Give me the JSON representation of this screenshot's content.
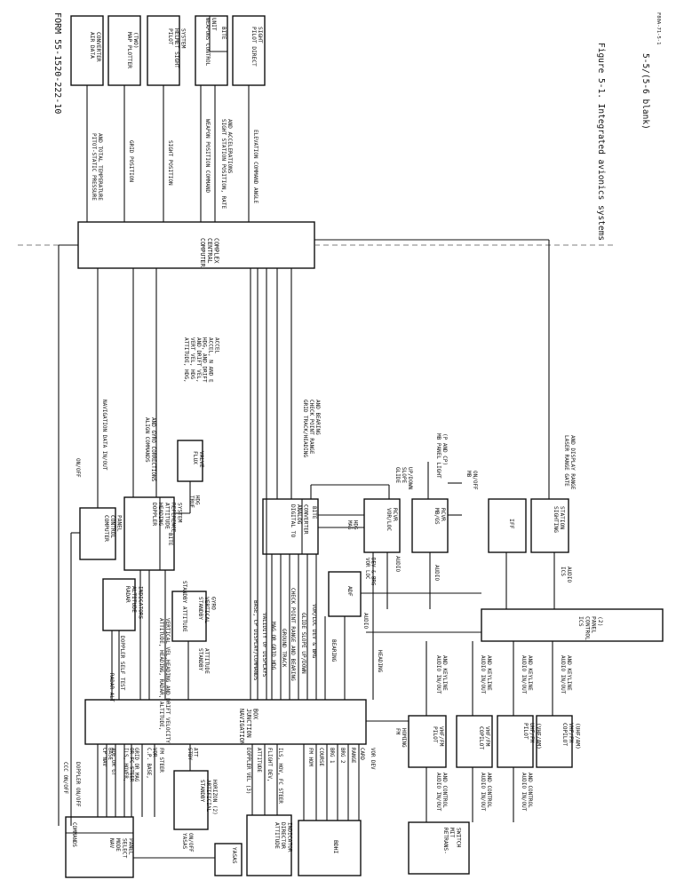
{
  "header": {
    "form_number": "FORM 55-1520-222-10",
    "figure_code": "F80A-71-5-1",
    "figure_title": "Figure 5-1.  Integrated avionics systems",
    "page_number": "5-5/(5-6 blank)"
  },
  "blocks": {
    "air_data_converter": [
      "AIR DATA",
      "CONVERTER"
    ],
    "map_plotter": [
      "MAP PLOTTER",
      "(TWO)"
    ],
    "pilot_helmet_sight": [
      "PILOT",
      "HELMET SIGHT",
      "SYSTEM"
    ],
    "weapons_control": [
      "WEAPONS CONTROL",
      "UNIT"
    ],
    "pilot_direct_sight": [
      "PILOT DIRECT",
      "SIGHT"
    ],
    "computer_central_complex": [
      "COMPUTER",
      "CENTRAL",
      "COMPLEX"
    ],
    "computer_control_panel": [
      "COMPUTER",
      "CONTROL",
      "PANEL"
    ],
    "doppler_heading": [
      "DOPPLER",
      "HEADING",
      "ATTITUDE",
      "REFERENCE",
      "SYSTEM"
    ],
    "flux_valve": [
      "FLUX",
      "VALVE"
    ],
    "digital_to_analog": [
      "DIGITAL TO",
      "ANALOG",
      "CONVERTER"
    ],
    "vorloc_rcvr": [
      "VOR/LOC",
      "RCVR"
    ],
    "mbrgs_rcvr": [
      "MB/GS",
      "RCVR"
    ],
    "iff": [
      "IFF"
    ],
    "sighting_station": [
      "SIGHTING",
      "STATION"
    ],
    "radar_altitude": [
      "RADAR",
      "ALTITUDE",
      "INDICATORS"
    ],
    "standby_vertical_gyro": [
      "STANDBY",
      "VERTICAL",
      "GYRO"
    ],
    "adf": [
      "ADF"
    ],
    "ics_control_panel": [
      "ICS",
      "CONTROL",
      "PANEL",
      "(2)"
    ],
    "navigation_junction_box": [
      "NAVIGATION",
      "JUNCTION",
      "BOX"
    ],
    "pilot_vhf": [
      "PILOT",
      "VHF/FM"
    ],
    "copilot_vhf": [
      "COPILOT",
      "VHF/FM"
    ],
    "pilot_uhf": [
      "PILOT",
      "UHF/FM",
      "(VHF/AM)"
    ],
    "copilot_uhf": [
      "COPILOT",
      "VHF/FM",
      "(UHF/AM)"
    ],
    "nav_mode_select": [
      "NAV",
      "MODE",
      "SELECT",
      "PANEL"
    ],
    "yasas": [
      "YASAS"
    ],
    "standby_artificial_horizon": [
      "STANDBY",
      "ARTIFICIAL",
      "HORIZON (2)"
    ],
    "attitude_director": [
      "ATTITUDE",
      "DIRECTOR",
      "INDICATOR"
    ],
    "bdhi": [
      "BDHI"
    ],
    "retransmit_switch": [
      "RETRANS-",
      "MIT",
      "SWITCH"
    ],
    "bite": "BITE",
    "commands": "COMMANDS"
  },
  "labels": {
    "pitot_static": [
      "PITOT-STATIC PRESSURE",
      "AND TOTAL TEMPERATURE"
    ],
    "grid_position": "GRID POSITION",
    "sight_position": "SIGHT POSITION",
    "weapon_position_command": "WEAPON POSITION COMMAND",
    "sight_station_position": [
      "SIGHT STATION POSITION, RATE",
      "AND ACCELERATIONS"
    ],
    "elevation_command_angle": "ELEVATION COMMAND ANGLE",
    "navigation_data_inout": "NAVIGATION DATA IN/OUT",
    "align_commands": [
      "ALIGN COMMANDS",
      "AND GYRO CORRECTIONS"
    ],
    "attitude_hdg_block": [
      "ATTITUDE, HDG,",
      "VERT VEL, HDG",
      "AND DRIFT VEL,",
      "HDG, AND DRIFT",
      "ACCEL, N AND E",
      "ACCEL"
    ],
    "grid_track": [
      "GRID TRACK/HEADING",
      "CHECK POINT RANGE",
      "AND BEARING"
    ],
    "mb_panel_light": [
      "MB PANEL LIGHT",
      "(P AND CP)"
    ],
    "mb_onoff": [
      "MB",
      "ON/OFF"
    ],
    "glide_slope_updown": [
      "GLIDE",
      "SLOPE",
      "UP/DOWN"
    ],
    "laser_range_gate": [
      "LASER RANGE GATE",
      "AND DISPLAY RANGE"
    ],
    "on_off": "ON/OFF",
    "true_hdg": [
      "TRUE",
      "HDG"
    ],
    "mag_hdg": [
      "MAG",
      "HDG"
    ],
    "vorloc_dev_brg": [
      "VOR LOC",
      "DEV & BRG"
    ],
    "ics_audio": [
      "ICS",
      "AUDIO"
    ],
    "audio": "AUDIO",
    "radar_alt": "RADAR ALT",
    "doppler_self_test": "DOPPLER SELF TEST",
    "attitude_heading_radar": [
      "ATTITUDE, HEADING, RADAR, ALTITUDE,",
      "VERTICAL VEL,HEADING AND DRIFT VELOCITY"
    ],
    "standby_attitude": "STANDBY ATTITUDE",
    "standby_attitude_2": [
      "STANDBY",
      "ATTITUDE"
    ],
    "base_cp_display": "BASE, CP DISPLAY/COMMANDS",
    "validity_of_displays": "VALIDITY OF DISPLAYS",
    "mag_or_grid_hdg": "MAG OR GRID HDG",
    "ground_track": "GROUND TRACK",
    "check_point_range": "CHECK POINT RANGE AND BEARING",
    "glide_slope_updown_2": "GLIDE SLOPE UP/DOWN",
    "vorloc_dev_brg_2": "VOR/LOC DEV & BRG",
    "bearing": "BEARING",
    "heading": "HEADING",
    "audio_inout_keyline": [
      "AUDIO IN/OUT",
      "AND KEYLINE"
    ],
    "fm_homing": [
      "FM",
      "HOMING"
    ],
    "cp_nav_base": [
      "CP NAV",
      "BASE"
    ],
    "adf_or_gt": "ADF OR GT",
    "ils_hover": [
      "ILS, HOVER,",
      "OR FC STEER"
    ],
    "grid_or_mag": "GRID OR MAG",
    "cp_base": [
      "C.P. BASE,",
      "VOR"
    ],
    "fm_steer": "FM STEER",
    "stby_att": [
      "STBY",
      "ATT"
    ],
    "ccc_onoff": "CCC ON/OFF",
    "doppler_onoff": "DOPPLER ON/OFF",
    "yasas_onoff": [
      "YASAS",
      "ON/OFF"
    ],
    "doppler_vel": "DOPPLER VEL (3)",
    "attitude": "ATTITUDE",
    "flight_dev": "FLIGHT DEV,",
    "ils_hov": "ILS, HOV, FC STEER",
    "fm_hom": "FM HOM",
    "course": "COURSE",
    "brg1": "BRG 1",
    "brg2": "BRG 2",
    "range": "RANGE",
    "card": "CARD",
    "vor_dev": "VOR DEV",
    "audio_inout_control": [
      "AUDIO IN/OUT",
      "AND CONTROL"
    ]
  }
}
